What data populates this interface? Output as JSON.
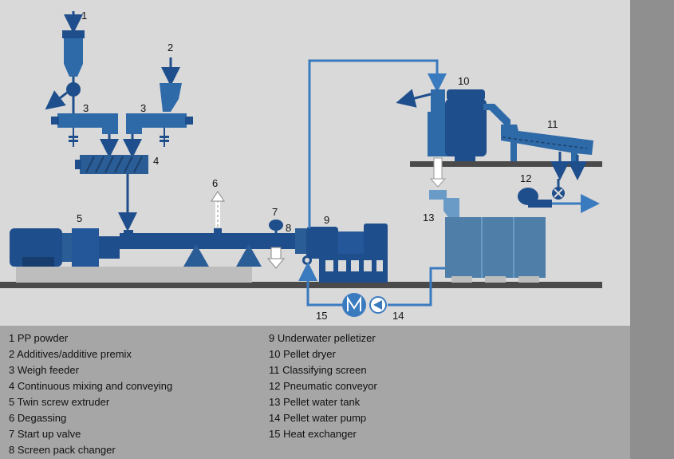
{
  "diagram": {
    "callouts": {
      "c1": "1",
      "c2": "2",
      "c3a": "3",
      "c3b": "3",
      "c4": "4",
      "c5": "5",
      "c6": "6",
      "c7": "7",
      "c8": "8",
      "c9": "9",
      "c10": "10",
      "c11": "11",
      "c12": "12",
      "c13": "13",
      "c14": "14",
      "c15": "15"
    },
    "colors": {
      "equipment": "#1f4e8c",
      "pipe": "#3a7bbf",
      "tank": "#4f7fa8",
      "floor": "#4a4a4a",
      "panel": "#d9d9d9"
    }
  },
  "legend": {
    "left": [
      "1 PP powder",
      "2 Additives/additive premix",
      "3 Weigh feeder",
      "4 Continuous mixing and conveying",
      "5 Twin screw extruder",
      "6 Degassing",
      "7 Start up valve",
      "8 Screen pack changer"
    ],
    "right": [
      "9 Underwater pelletizer",
      "10 Pellet dryer",
      "11 Classifying screen",
      "12 Pneumatic conveyor",
      "13 Pellet water tank",
      "14 Pellet water pump",
      "15 Heat exchanger"
    ]
  }
}
